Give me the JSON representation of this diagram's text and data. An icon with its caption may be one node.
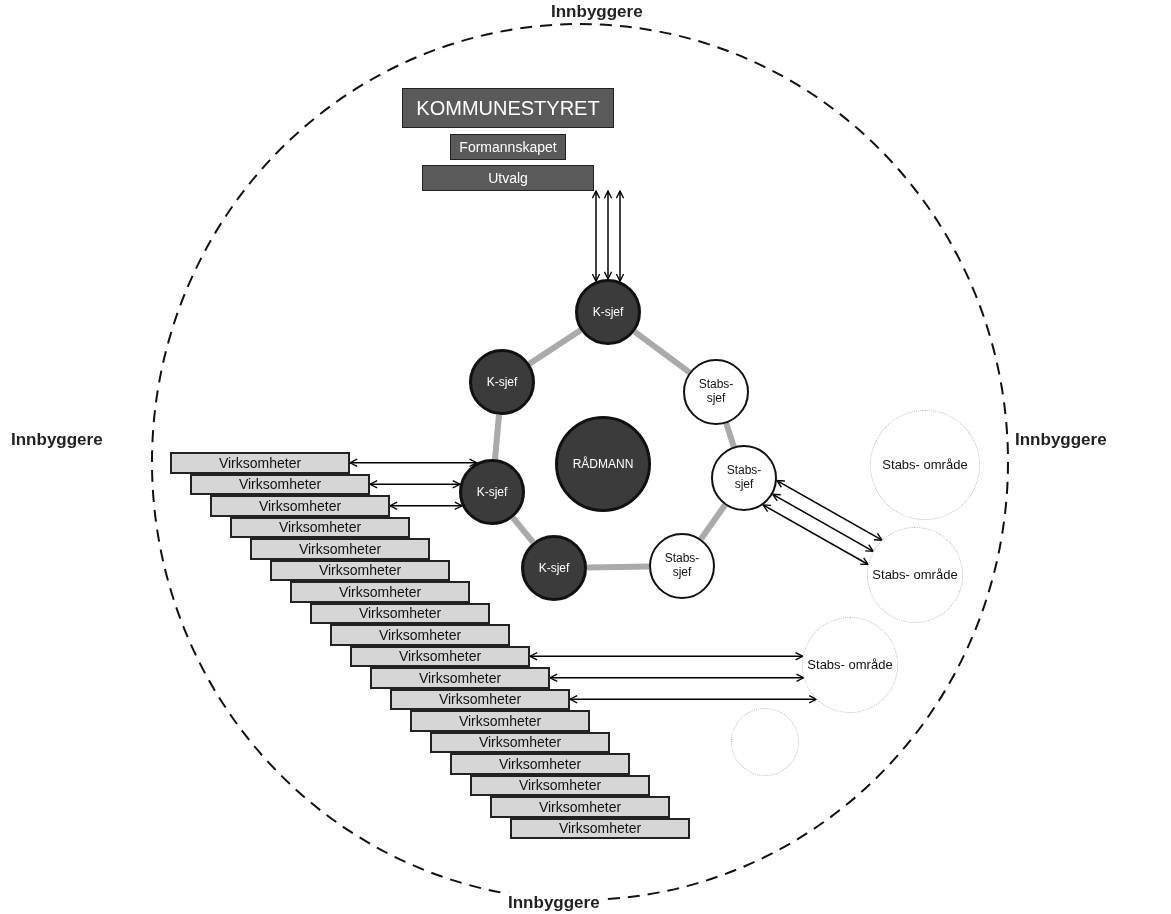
{
  "diagram": {
    "nodes": [
      {
        "text": [
          "KOMMUNESTYRET"
        ]
      },
      {
        "text": [
          "Formannskapet"
        ]
      },
      {
        "text": [
          "Utvalg"
        ]
      },
      {
        "text": [
          "K-sjef"
        ]
      },
      {
        "text": [
          "K-sjef"
        ]
      },
      {
        "text": [
          "Stabs- sjef"
        ]
      },
      {
        "text": [
          "RÅDMANN"
        ]
      },
      {
        "text": [
          "K-sjef"
        ]
      },
      {
        "text": [
          "Stabs- sjef"
        ]
      },
      {
        "text": [
          "K-sjef"
        ]
      },
      {
        "text": [
          "Stabs- sjef"
        ]
      },
      {
        "text": [
          "Stabs- område"
        ]
      },
      {
        "text": [
          "Stabs- område"
        ]
      },
      {
        "text": [
          "Stabs- område"
        ]
      },
      {
        "text": [],
        "shape": "circle"
      },
      {
        "text": [
          "Virksomheter"
        ]
      },
      {
        "text": [
          "Virksomheter"
        ]
      },
      {
        "text": [
          "Virksomheter"
        ]
      },
      {
        "text": [
          "Virksomheter"
        ]
      },
      {
        "text": [
          "Virksomheter"
        ]
      },
      {
        "text": [
          "Virksomheter"
        ]
      },
      {
        "text": [
          "Virksomheter"
        ]
      },
      {
        "text": [
          "Virksomheter"
        ]
      },
      {
        "text": [
          "Virksomheter"
        ]
      },
      {
        "text": [
          "Virksomheter"
        ]
      },
      {
        "text": [
          "Virksomheter"
        ]
      },
      {
        "text": [
          "Virksomheter"
        ]
      },
      {
        "text": [
          "Virksomheter"
        ]
      },
      {
        "text": [
          "Virksomheter"
        ]
      },
      {
        "text": [
          "Virksomheter"
        ]
      },
      {
        "text": [
          "Virksomheter"
        ]
      },
      {
        "text": [
          "Virksomheter"
        ]
      },
      {
        "text": [
          "Virksomheter"
        ]
      }
    ],
    "edges": [
      {
        "from": 3,
        "to": 5,
        "arrow": "none",
        "style": "thick",
        "color": "#aaaaaa"
      },
      {
        "from": 5,
        "to": 8,
        "arrow": "none",
        "style": "thick",
        "color": "#aaaaaa"
      },
      {
        "from": 8,
        "to": 10,
        "arrow": "none",
        "style": "thick",
        "color": "#aaaaaa"
      },
      {
        "from": 10,
        "to": 9,
        "arrow": "none",
        "style": "thick",
        "color": "#aaaaaa"
      },
      {
        "from": 9,
        "to": 7,
        "arrow": "none",
        "style": "thick",
        "color": "#aaaaaa"
      },
      {
        "from": 7,
        "to": 4,
        "arrow": "none",
        "style": "thick",
        "color": "#aaaaaa"
      },
      {
        "from": 4,
        "to": 3,
        "arrow": "none",
        "style": "thick",
        "color": "#aaaaaa"
      },
      {
        "from": 2,
        "to": 3,
        "arrow": "both"
      },
      {
        "from": 2,
        "to": 3,
        "arrow": "both"
      },
      {
        "from": 2,
        "to": 3,
        "arrow": "both"
      },
      {
        "from": 15,
        "to": 7,
        "arrow": "both"
      },
      {
        "from": 16,
        "to": 7,
        "arrow": "both"
      },
      {
        "from": 17,
        "to": 7,
        "arrow": "both"
      },
      {
        "from": 8,
        "to": 12,
        "arrow": "both"
      },
      {
        "from": 8,
        "to": 12,
        "arrow": "both"
      },
      {
        "from": 8,
        "to": 12,
        "arrow": "both"
      },
      {
        "from": 24,
        "to": 13,
        "arrow": "both"
      },
      {
        "from": 25,
        "to": 13,
        "arrow": "both"
      },
      {
        "from": 26,
        "to": 13,
        "arrow": "both"
      }
    ],
    "labels": [
      "Innbyggere",
      "Innbyggere",
      "Innbyggere",
      "Innbyggere"
    ]
  }
}
